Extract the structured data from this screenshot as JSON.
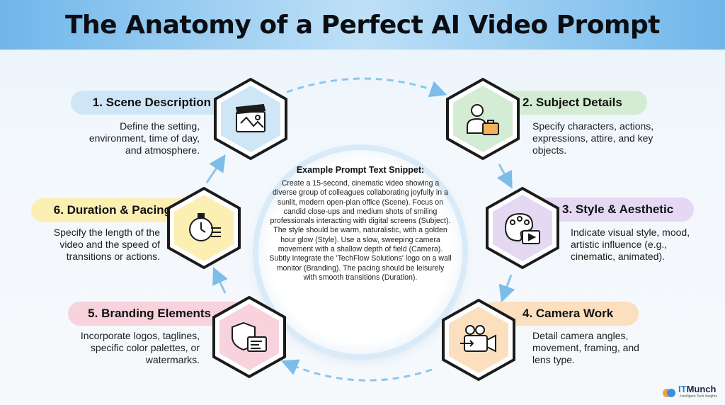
{
  "title": "The Anatomy of a Perfect AI Video Prompt",
  "steps": [
    {
      "label": "1. Scene Description",
      "description": "Define the setting, environment, time of day, and atmosphere.",
      "icon": "clapperboard-icon",
      "color": "#cfe6f7",
      "stroke": "#5aa7de"
    },
    {
      "label": "2. Subject Details",
      "description": "Specify characters, actions, expressions, attire, and key objects.",
      "icon": "person-briefcase-icon",
      "color": "#d4ecd3",
      "stroke": "#6cbf6c"
    },
    {
      "label": "3. Style & Aesthetic",
      "description": "Indicate visual style, mood, artistic influence (e.g., cinematic, animated).",
      "icon": "palette-film-icon",
      "color": "#e4d8f3",
      "stroke": "#a68ad6"
    },
    {
      "label": "4. Camera Work",
      "description": "Detail camera angles, movement, framing, and lens type.",
      "icon": "video-camera-icon",
      "color": "#fbdfbf",
      "stroke": "#f0a55a"
    },
    {
      "label": "5. Branding Elements",
      "description": "Incorporate logos, taglines, specific color palettes, or watermarks.",
      "icon": "logo-shield-icon",
      "color": "#f8d2dc",
      "stroke": "#e57795"
    },
    {
      "label": "6. Duration & Pacing",
      "description": "Specify the length of the video and the speed of transitions or actions.",
      "icon": "stopwatch-icon",
      "color": "#fbefb3",
      "stroke": "#e8c84a"
    }
  ],
  "center": {
    "title": "Example Prompt Text Snippet:",
    "body": "Create a 15-second, cinematic video showing a diverse group of colleagues collaborating joyfully in a sunlit, modern open-plan office (Scene). Focus on candid close-ups and medium shots of smiling professionals interacting with digital screens (Subject). The style should be warm, naturalistic, with a golden hour glow (Style). Use a slow, sweeping camera movement with a shallow depth of field (Camera). Subtly integrate the 'TechFlow Solutions' logo on a wall monitor (Branding). The pacing should be leisurely with smooth transitions (Duration)."
  },
  "brand": {
    "name_prefix": "IT",
    "name_suffix": "Munch",
    "tagline": "- Intelligent Tech Insights"
  }
}
